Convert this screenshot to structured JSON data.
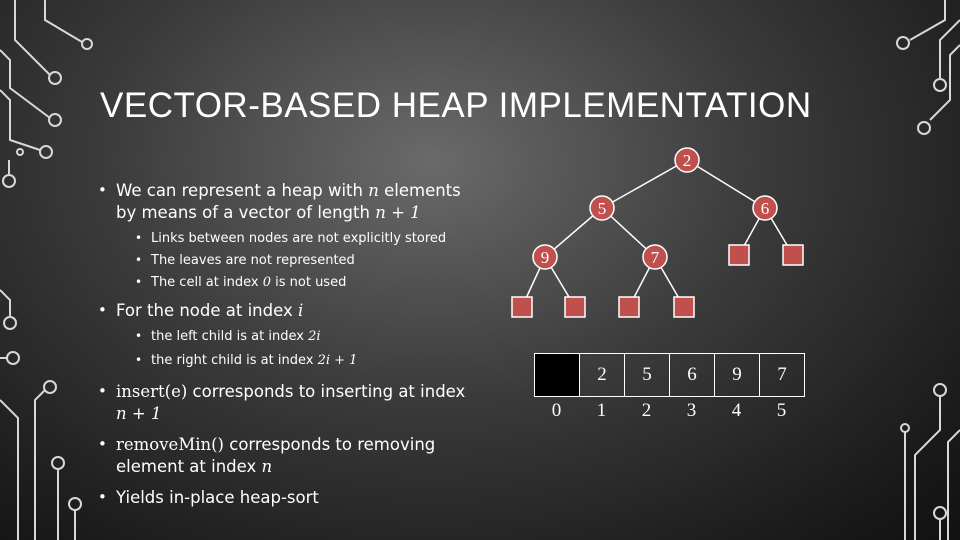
{
  "slide": {
    "title": "VECTOR-BASED HEAP IMPLEMENTATION"
  },
  "bullets": {
    "b1_line1": "We can represent a heap with ",
    "b1_var": "n",
    "b1_line1_end": " elements",
    "b1_line2": "by means of a vector of length ",
    "b1_expr": "n + 1",
    "s1": "Links between nodes are not explicitly stored",
    "s2": "The leaves are not represented",
    "s3_pre": "The cell at index ",
    "s3_num": "0",
    "s3_post": " is not used",
    "b2_pre": "For the node at index ",
    "b2_var": "i",
    "s4_pre": "the left child is at index ",
    "s4_expr": "2i",
    "s5_pre": "the right child is at index ",
    "s5_expr": "2i + 1",
    "b3_fn": "insert(e)",
    "b3_post": " corresponds to inserting at index",
    "b3_line2": "n + 1",
    "b4_fn": "removeMin()",
    "b4_post": " corresponds to removing",
    "b4_line2_pre": "element at index ",
    "b4_line2_var": "n",
    "b5": "Yields in-place heap-sort"
  },
  "tree": {
    "root": "2",
    "left": "5",
    "right": "6",
    "left_left": "9",
    "left_right": "7"
  },
  "vector": {
    "cells": [
      "",
      "2",
      "5",
      "6",
      "9",
      "7"
    ],
    "indices": [
      "0",
      "1",
      "2",
      "3",
      "4",
      "5"
    ]
  }
}
